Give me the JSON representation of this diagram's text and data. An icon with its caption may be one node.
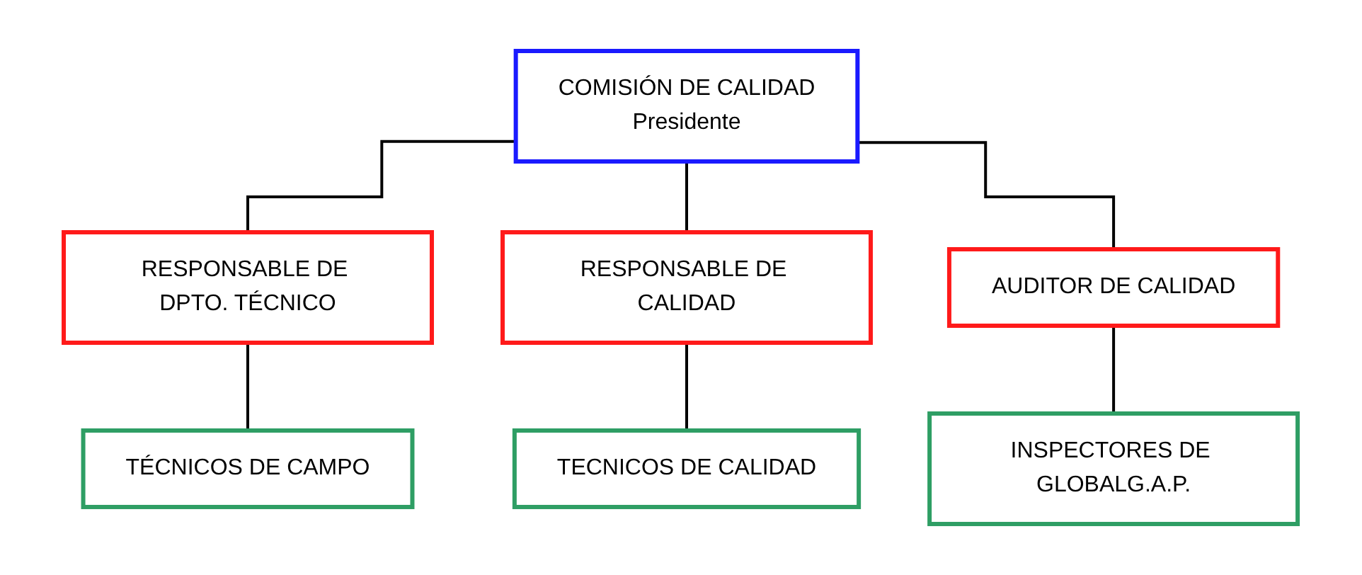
{
  "diagram": {
    "nodes": [
      {
        "text": [
          "COMISIÓN DE CALIDAD",
          "Presidente"
        ]
      },
      {
        "text": [
          "RESPONSABLE DE DPTO. TÉCNICO"
        ]
      },
      {
        "text": [
          "RESPONSABLE DE CALIDAD"
        ]
      },
      {
        "text": [
          "AUDITOR DE CALIDAD"
        ]
      },
      {
        "text": [
          "TÉCNICOS DE CAMPO"
        ]
      },
      {
        "text": [
          "TECNICOS DE CALIDAD"
        ]
      },
      {
        "text": [
          "INSPECTORES DE GLOBALG.A.P."
        ]
      }
    ],
    "edges": [
      {
        "from": 0,
        "to": 1,
        "arrow": "none"
      },
      {
        "from": 0,
        "to": 2,
        "arrow": "none"
      },
      {
        "from": 0,
        "to": 3,
        "arrow": "none"
      },
      {
        "from": 1,
        "to": 4,
        "arrow": "none"
      },
      {
        "from": 2,
        "to": 5,
        "arrow": "none"
      },
      {
        "from": 3,
        "to": 6,
        "arrow": "none"
      }
    ]
  }
}
